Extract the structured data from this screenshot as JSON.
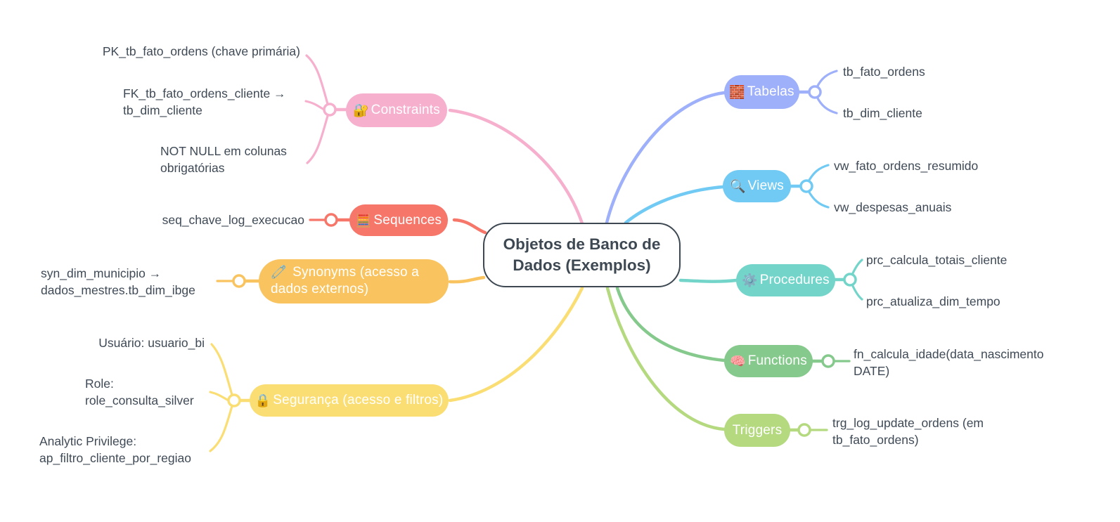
{
  "central": {
    "label": "Objetos de Banco de Dados (Exemplos)"
  },
  "colors": {
    "background": "#ffffff",
    "text_dark": "#3f4a56",
    "central_border": "#3d4852",
    "node_text": "#ffffff"
  },
  "branches": [
    {
      "key": "constraints",
      "label": "Constraints",
      "icon": "🔐",
      "icon_name": "locked-with-key-icon",
      "color": "#f6b0ce",
      "children": [
        {
          "text": "PK_tb_fato_ordens (chave primária)"
        },
        {
          "text": "FK_tb_fato_ordens_cliente → tb_dim_cliente"
        },
        {
          "text": "NOT NULL em colunas obrigatórias"
        }
      ]
    },
    {
      "key": "sequences",
      "label": "Sequences",
      "icon": "🧮",
      "icon_name": "abacus-icon",
      "color": "#f7766a",
      "children": [
        {
          "text": "seq_chave_log_execucao"
        }
      ]
    },
    {
      "key": "synonyms",
      "label": "Synonyms (acesso a dados externos)",
      "icon": "🧷",
      "icon_name": "safety-pin-icon",
      "color": "#f9c45f",
      "children": [
        {
          "text": "syn_dim_municipio → dados_mestres.tb_dim_ibge"
        }
      ]
    },
    {
      "key": "seguranca",
      "label": "Segurança (acesso e filtros)",
      "icon": "🔒",
      "icon_name": "lock-icon",
      "color": "#fade74",
      "children": [
        {
          "text": "Usuário: usuario_bi"
        },
        {
          "text": "Role: role_consulta_silver"
        },
        {
          "text": "Analytic Privilege: ap_filtro_cliente_por_regiao"
        }
      ]
    },
    {
      "key": "tabelas",
      "label": "Tabelas",
      "icon": "🧱",
      "icon_name": "brick-icon",
      "color": "#9fb0fa",
      "children": [
        {
          "text": "tb_fato_ordens"
        },
        {
          "text": "tb_dim_cliente"
        }
      ]
    },
    {
      "key": "views",
      "label": "Views",
      "icon": "🔍",
      "icon_name": "magnifying-glass-icon",
      "color": "#70caf3",
      "children": [
        {
          "text": "vw_fato_ordens_resumido"
        },
        {
          "text": "vw_despesas_anuais"
        }
      ]
    },
    {
      "key": "procedures",
      "label": "Procedures",
      "icon": "⚙️",
      "icon_name": "gear-icon",
      "color": "#73d5ca",
      "children": [
        {
          "text": "prc_calcula_totais_cliente"
        },
        {
          "text": "prc_atualiza_dim_tempo"
        }
      ]
    },
    {
      "key": "functions",
      "label": "Functions",
      "icon": "🧠",
      "icon_name": "brain-icon",
      "color": "#85c98c",
      "children": [
        {
          "text": "fn_calcula_idade(data_nascimento DATE)"
        }
      ]
    },
    {
      "key": "triggers",
      "label": "Triggers",
      "icon": "",
      "icon_name": "",
      "color": "#b4d97f",
      "children": [
        {
          "text": "trg_log_update_ordens (em tb_fato_ordens)"
        }
      ]
    }
  ]
}
